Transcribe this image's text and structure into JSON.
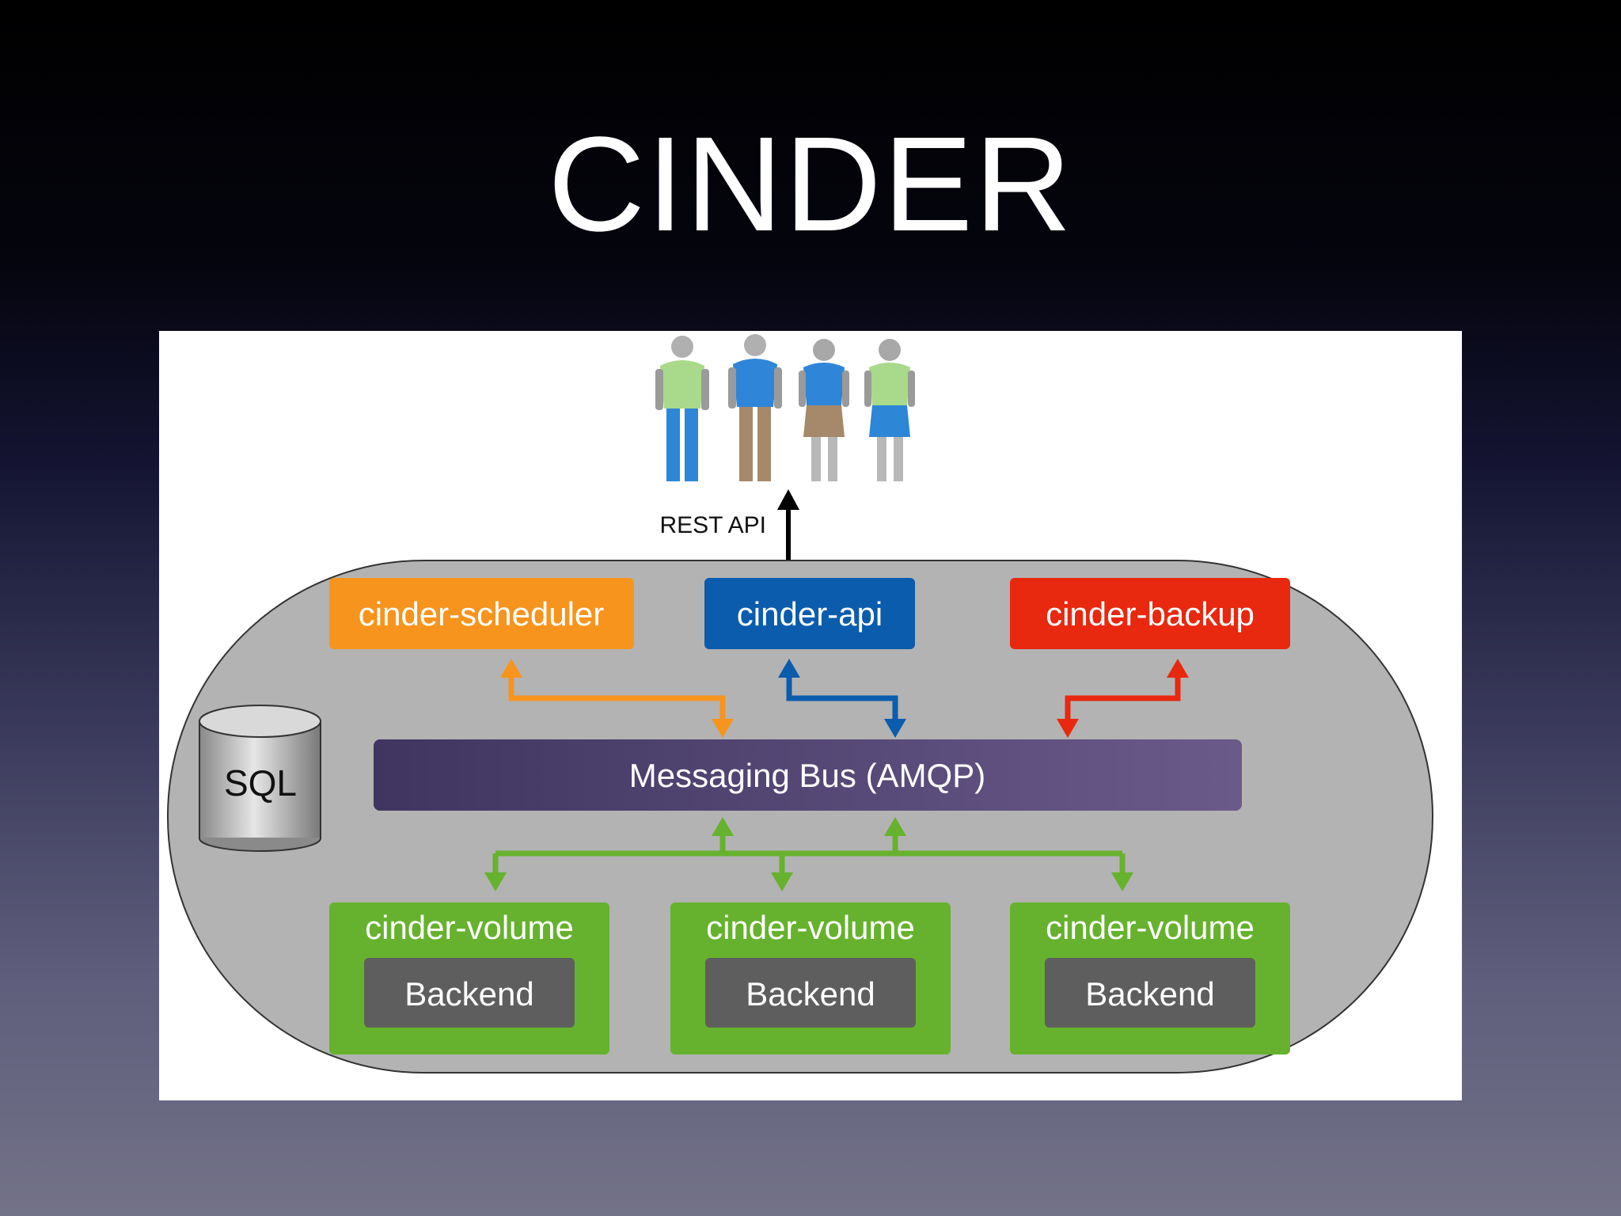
{
  "slide": {
    "title": "CINDER"
  },
  "diagram": {
    "rest_api_label": "REST API",
    "services": {
      "scheduler": "cinder-scheduler",
      "api": "cinder-api",
      "backup": "cinder-backup"
    },
    "messaging_bus": "Messaging Bus (AMQP)",
    "database": "SQL",
    "volumes": [
      {
        "title": "cinder-volume",
        "backend": "Backend"
      },
      {
        "title": "cinder-volume",
        "backend": "Backend"
      },
      {
        "title": "cinder-volume",
        "backend": "Backend"
      }
    ],
    "colors": {
      "scheduler": "#f7941d",
      "api": "#0b5cad",
      "backup": "#e8280f",
      "bus": "#4a3f6b",
      "volume": "#66b22e",
      "backend": "#5e5e5e",
      "cloud": "#b3b3b3"
    }
  }
}
